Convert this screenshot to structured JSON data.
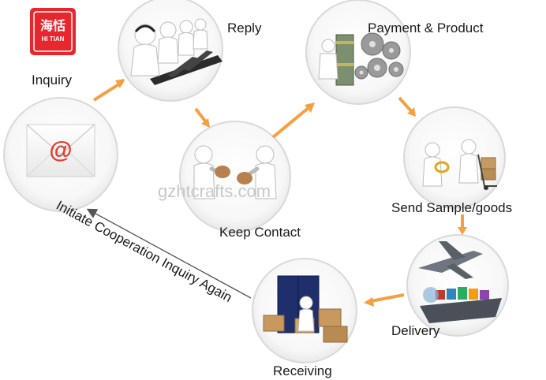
{
  "logo": {
    "glyphs": "海恬",
    "latin": "HI TIAN",
    "color": "#e8262d"
  },
  "watermark": "gzhtcrafts.com",
  "steps": {
    "inquiry": "Inquiry",
    "reply": "Reply",
    "payment": "Payment & Product",
    "keep_contact": "Keep Contact",
    "sample": "Send Sample/goods",
    "delivery": "Delivery",
    "receiving": "Receiving"
  },
  "loop_label": "Initiate Cooperation Inquiry Again",
  "icons": {
    "envelope_symbol": "@"
  },
  "colors": {
    "arrow": "#f5a040",
    "circle_border": "#d9d9d9",
    "loop_line": "#555555",
    "envelope_symbol": "#e03c2e"
  }
}
